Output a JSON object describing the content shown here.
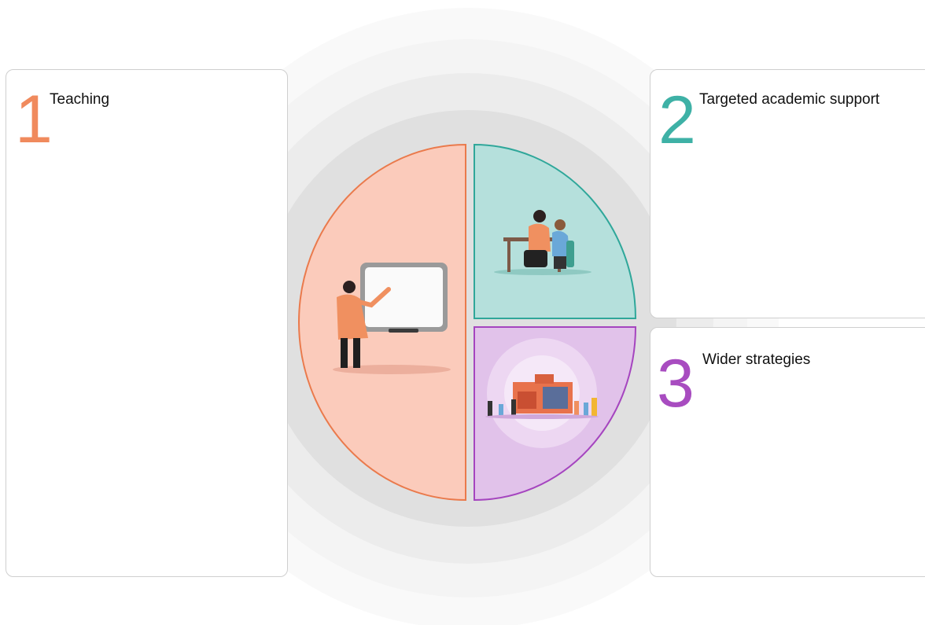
{
  "sections": [
    {
      "number": "1",
      "title": "Teaching",
      "color": "#f08a5d",
      "fill": "#fbcbbb",
      "stroke": "#ea7a4c"
    },
    {
      "number": "2",
      "title": "Targeted academic support",
      "color": "#3eb1a6",
      "fill": "#b5e0dc",
      "stroke": "#2fa79a"
    },
    {
      "number": "3",
      "title": "Wider strategies",
      "color": "#a84cc0",
      "fill": "#e1c2ea",
      "stroke": "#a545bf"
    }
  ],
  "icons": {
    "teaching": "teacher-whiteboard-icon",
    "targeted": "tutor-student-desk-icon",
    "wider": "school-community-icon"
  }
}
